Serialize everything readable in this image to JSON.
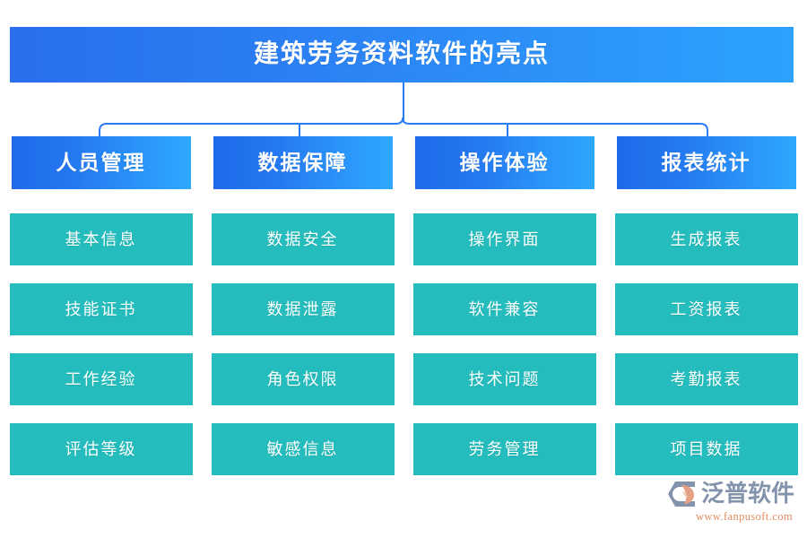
{
  "title": {
    "text": "建筑劳务资料软件的亮点",
    "gradient_from": "#2a6fee",
    "gradient_to": "#2ca2fd"
  },
  "theme": {
    "header_blue_from": "#1f6ae9",
    "header_blue_to": "#2ea8fe",
    "item_teal": "#24bcbc",
    "connector_line": "#2b7cf2",
    "background": "#ffffff",
    "text_on_color": "#ffffff"
  },
  "columns": [
    {
      "header": "人员管理",
      "items": [
        "基本信息",
        "技能证书",
        "工作经验",
        "评估等级"
      ]
    },
    {
      "header": "数据保障",
      "items": [
        "数据安全",
        "数据泄露",
        "角色权限",
        "敏感信息"
      ]
    },
    {
      "header": "操作体验",
      "items": [
        "操作界面",
        "软件兼容",
        "技术问题",
        "劳务管理"
      ]
    },
    {
      "header": "报表统计",
      "items": [
        "生成报表",
        "工资报表",
        "考勤报表",
        "项目数据"
      ]
    }
  ],
  "logo": {
    "name": "泛普软件",
    "url": "www.fanpusoft.com",
    "mark_color": "#8293ab",
    "mark_accent": "#e5a183",
    "url_color": "#e08c62"
  }
}
